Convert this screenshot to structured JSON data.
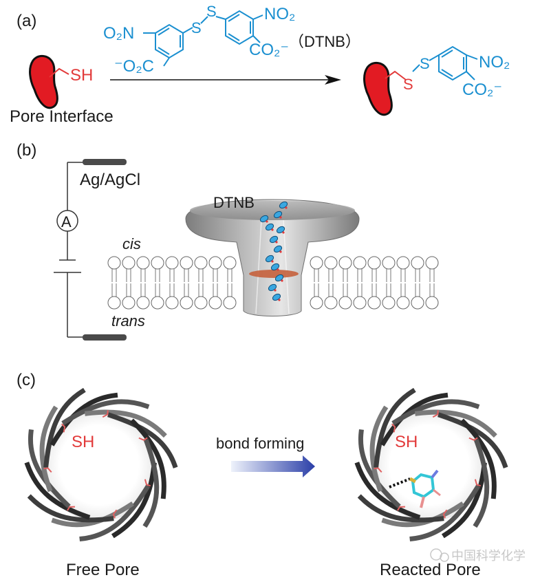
{
  "panels": {
    "a": {
      "label": "(a)",
      "pore_interface": "Pore Interface",
      "sh": "SH",
      "reagent": {
        "o2n_left": "O₂N",
        "co2_left": "⁻O₂C",
        "s1": "S",
        "s2": "S",
        "no2_right": "NO₂",
        "co2_right": "CO₂⁻",
        "name": "（DTNB）"
      },
      "product": {
        "s1": "S",
        "s2": "S",
        "no2": "NO₂",
        "co2": "CO₂⁻"
      }
    },
    "b": {
      "label": "(b)",
      "electrode": "Ag/AgCl",
      "ammeter": "A",
      "dtnb": "DTNB",
      "cis": "cis",
      "trans": "trans"
    },
    "c": {
      "label": "(c)",
      "sh_left": "SH",
      "sh_right": "SH",
      "arrow_label": "bond forming",
      "free_pore": "Free Pore",
      "reacted_pore": "Reacted Pore",
      "watermark": "中国科学化学"
    }
  },
  "colors": {
    "protein_red": "#e21b23",
    "reagent_blue": "#1a8fd0",
    "sulfur_red": "#e23a3a",
    "pore_gray": "#8c8c8c",
    "ring_dark": "#3a3a3a",
    "arrow_gradient_start": "#dfe6f7",
    "arrow_gradient_end": "#2b3fa8"
  }
}
